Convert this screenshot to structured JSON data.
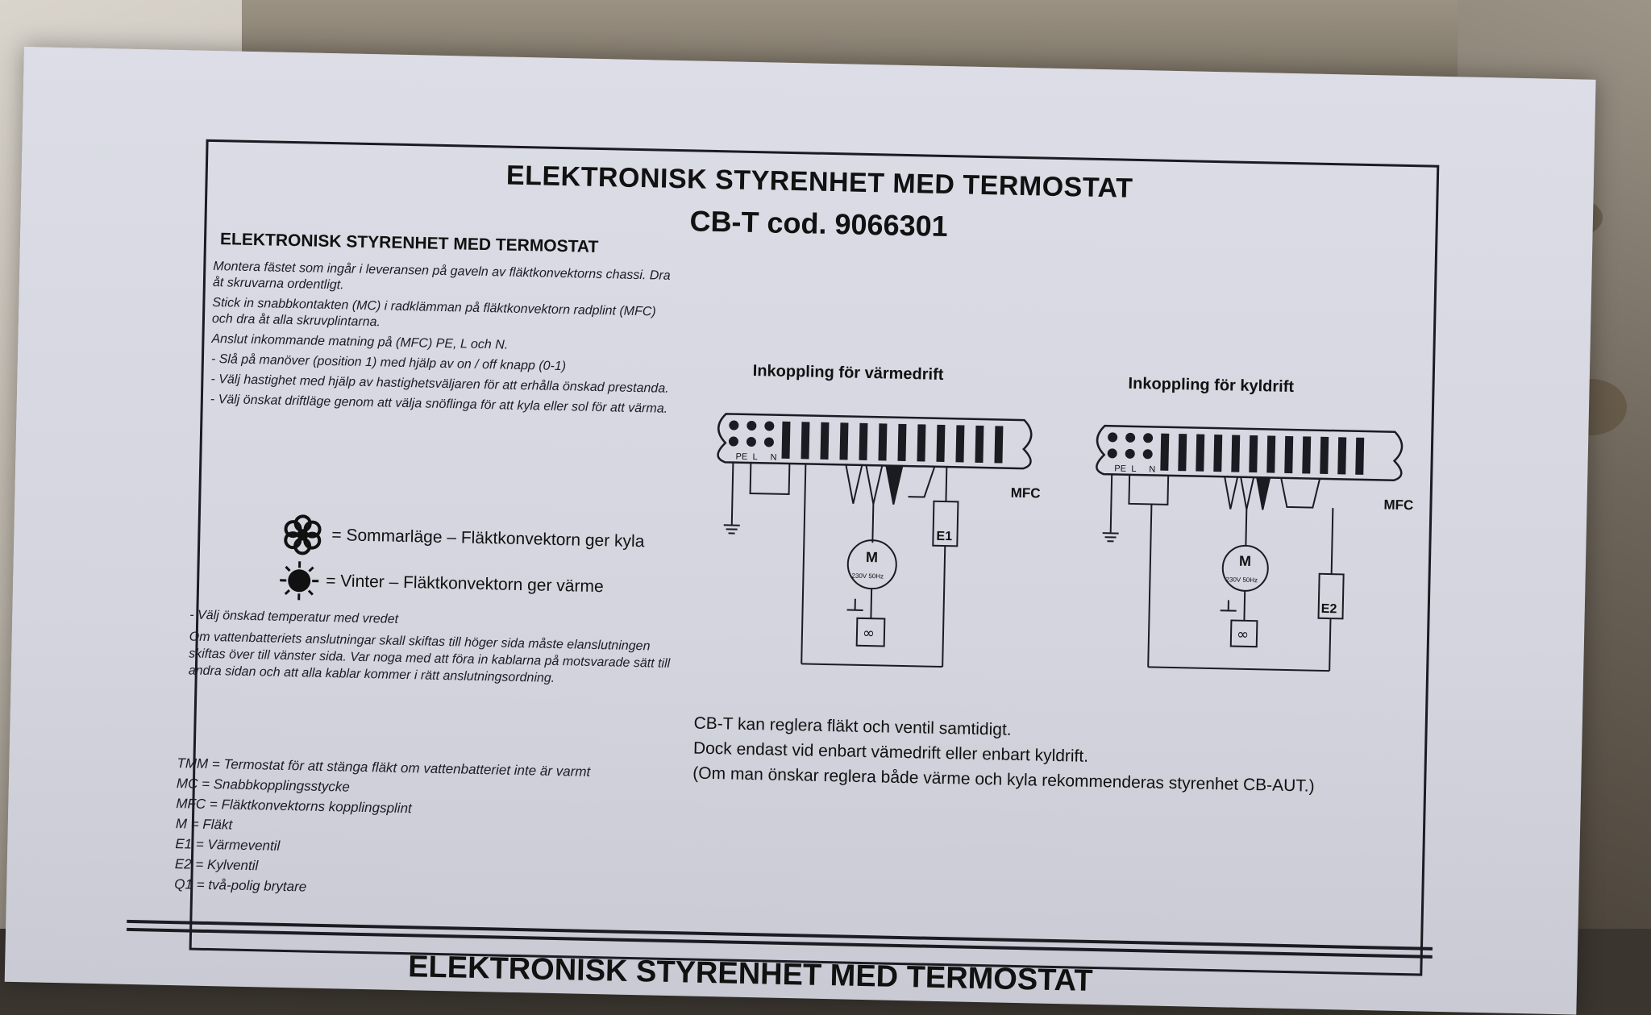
{
  "document": {
    "title": "ELEKTRONISK STYRENHET MED TERMOSTAT",
    "model": "CB-T cod. 9066301",
    "section_title": "ELEKTRONISK STYRENHET MED TERMOSTAT",
    "instructions": [
      "Montera fästet som ingår i leveransen på gaveln av fläktkonvektorns chassi. Dra åt skruvarna ordentligt.",
      "Stick in snabbkontakten (MC) i radklämman på fläktkonvektorn radplint (MFC) och dra åt alla skruvplintarna.",
      "Anslut inkommande matning på (MFC) PE, L och N.",
      "- Slå på manöver (position 1) med hjälp av on / off knapp (0-1)",
      "- Välj hastighet med hjälp av hastighetsväljaren för att erhålla önskad prestanda.",
      "- Välj önskat driftläge genom att välja snöflinga för att kyla eller sol för att värma."
    ],
    "modes": {
      "summer": "= Sommarläge – Fläktkonvektorn ger kyla",
      "winter": "= Vinter – Fläktkonvektorn ger värme",
      "summer_icon": "snowflake-icon",
      "winter_icon": "sun-icon"
    },
    "instructions2": [
      "- Välj önskad temperatur med vredet",
      "Om vattenbatteriets anslutningar skall skiftas till höger sida måste elanslutningen skiftas över till vänster sida. Var noga med att föra in kablarna på motsvarade sätt till andra sidan och att alla kablar kommer i rätt anslutningsordning."
    ],
    "legend": [
      "TMM = Termostat för att stänga fläkt om vattenbatteriet inte är varmt",
      "MC = Snabbkopplingsstycke",
      "MFC = Fläktkonvektorns kopplingsplint",
      "M = Fläkt",
      "E1 = Värmeventil",
      "E2 = Kylventil",
      "Q1 = två-polig brytare"
    ],
    "footer_title": "ELEKTRONISK STYRENHET MED TERMOSTAT"
  },
  "diagrams": {
    "heating": {
      "title": "Inkoppling för värmedrift",
      "terminal_labels": [
        "PE",
        "L",
        "N"
      ],
      "mfc_label": "MFC",
      "motor_label": "M",
      "motor_rating": "230V 50Hz",
      "valve_label": "E1"
    },
    "cooling": {
      "title": "Inkoppling för kyldrift",
      "terminal_labels": [
        "PE",
        "L",
        "N"
      ],
      "mfc_label": "MFC",
      "motor_label": "M",
      "motor_rating": "230V 50Hz",
      "valve_label": "E2"
    }
  },
  "notes": [
    "CB-T kan reglera fläkt och ventil samtidigt.",
    "Dock endast vid enbart vämedrift eller enbart kyldrift.",
    "(Om man önskar reglera både värme och kyla rekommenderas styrenhet CB-AUT.)"
  ]
}
